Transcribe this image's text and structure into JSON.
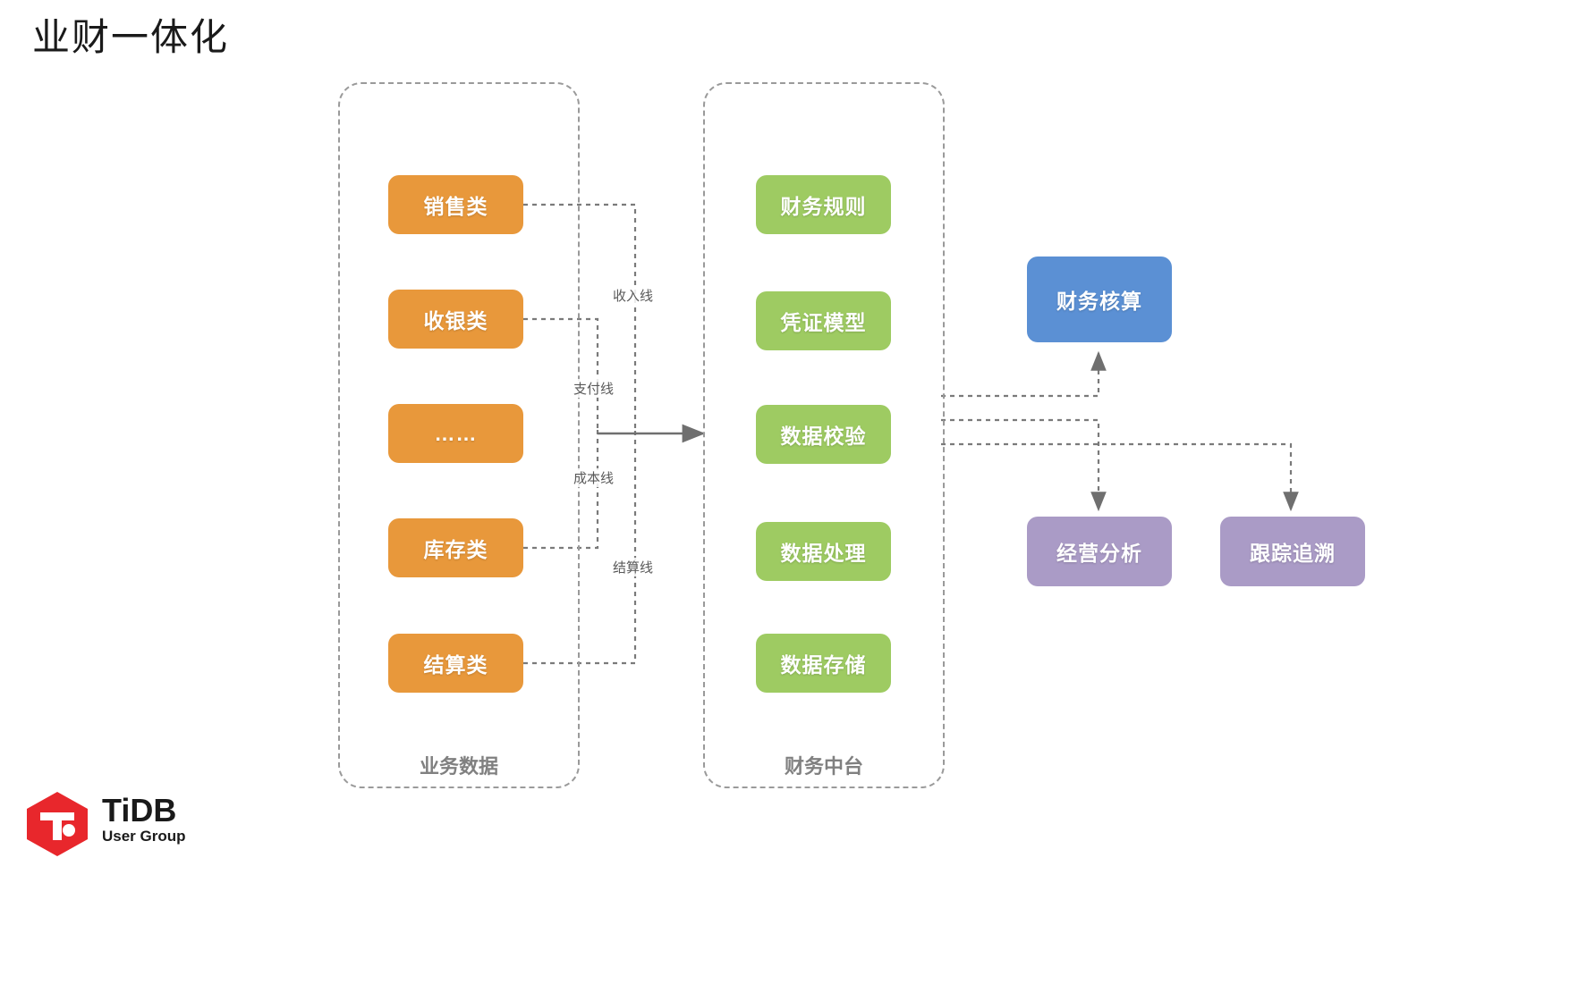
{
  "page": {
    "title": "业财一体化",
    "background": "#ffffff"
  },
  "colors": {
    "orange": "#e8983b",
    "green": "#9ecb62",
    "blue": "#5b90d4",
    "purple": "#aa9bc6",
    "group_border": "#9a9a9a",
    "group_label": "#808080",
    "edge": "#7a7a7a",
    "logo_red": "#e8272c"
  },
  "groups": [
    {
      "name": "business-data",
      "label": "业务数据"
    },
    {
      "name": "finance-platform",
      "label": "财务中台"
    }
  ],
  "business_nodes": [
    {
      "label": "销售类"
    },
    {
      "label": "收银类"
    },
    {
      "label": "……"
    },
    {
      "label": "库存类"
    },
    {
      "label": "结算类"
    }
  ],
  "finance_nodes": [
    {
      "label": "财务规则"
    },
    {
      "label": "凭证模型"
    },
    {
      "label": "数据校验"
    },
    {
      "label": "数据处理"
    },
    {
      "label": "数据存储"
    }
  ],
  "output_nodes": [
    {
      "label": "财务核算"
    },
    {
      "label": "经营分析"
    },
    {
      "label": "跟踪追溯"
    }
  ],
  "edge_labels": [
    {
      "label": "收入线"
    },
    {
      "label": "支付线"
    },
    {
      "label": "成本线"
    },
    {
      "label": "结算线"
    }
  ],
  "logo": {
    "name": "TiDB",
    "subtitle": "User Group"
  }
}
